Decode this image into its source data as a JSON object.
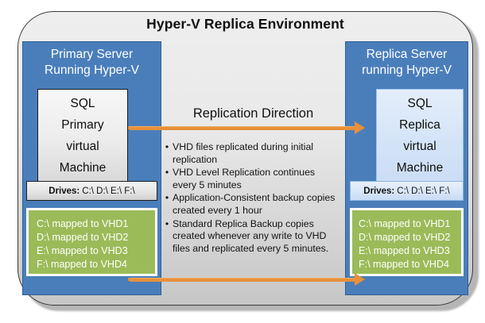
{
  "diagram": {
    "title": "Hyper-V Replica Environment"
  },
  "primary": {
    "server_title_line1": "Primary Server",
    "server_title_line2": "Running Hyper-V",
    "vm_line1": "SQL",
    "vm_line2": "Primary",
    "vm_line3": "virtual",
    "vm_line4": "Machine",
    "drives_label": "Drives:",
    "drives_value": "C:\\ D:\\ E:\\ F:\\",
    "mappings": [
      "C:\\ mapped to VHD1",
      "D:\\ mapped to VHD2",
      "E:\\ mapped to VHD3",
      "F:\\ mapped to VHD4"
    ]
  },
  "replica": {
    "server_title_line1": "Replica Server",
    "server_title_line2": "running Hyper-V",
    "vm_line1": "SQL",
    "vm_line2": "Replica",
    "vm_line3": "virtual",
    "vm_line4": "Machine",
    "drives_label": "Drives:",
    "drives_value": "C:\\ D:\\ E:\\ F:\\",
    "mappings": [
      "C:\\ mapped to VHD1",
      "D:\\ mapped to VHD2",
      "E:\\ mapped to VHD3",
      "F:\\ mapped to VHD4"
    ]
  },
  "center": {
    "heading": "Replication Direction",
    "bullet_marker": "•",
    "bullets": [
      "VHD files replicated during initial replication",
      "VHD Level Replication continues every 5 minutes",
      "Application-Consistent  backup copies created every 1 hour",
      "Standard Replica Backup copies created  whenever any write to VHD files and replicated every 5 minutes."
    ]
  },
  "colors": {
    "server_panel_blue": "#4a7ebb",
    "mapping_green": "#9bbb59",
    "arrow_orange": "#e8903a",
    "replica_vm_blue": "#d3e3f7",
    "container_gray": "#e9e9e9"
  }
}
